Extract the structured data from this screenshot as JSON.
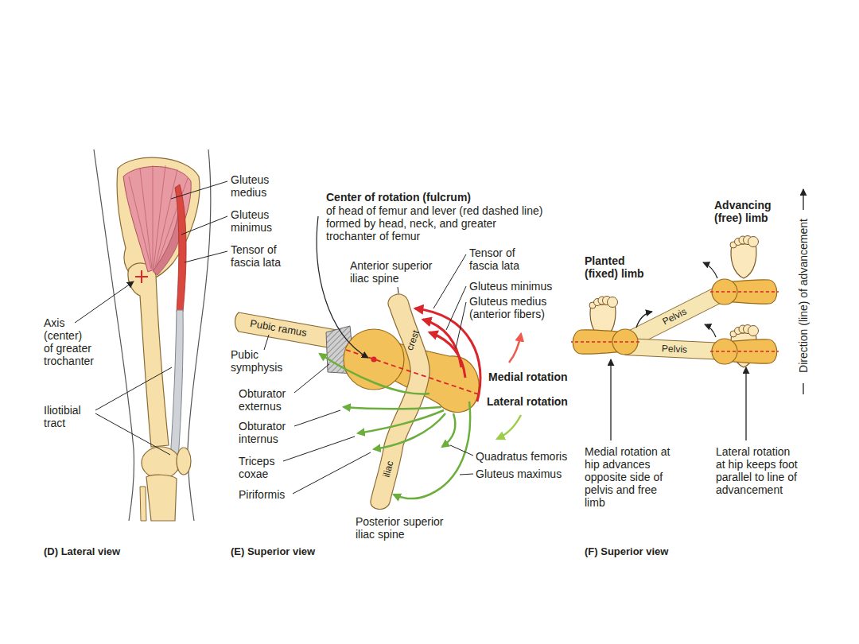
{
  "diagram": {
    "labels": [
      "Gluteus medius",
      "Gluteus minimus",
      "Tensor of fascia lata",
      "Axis (center) of greater trochanter",
      "Iliotibial tract",
      "(D) Lateral view",
      "Center of rotation (fulcrum)",
      "of head of femur and lever (red dashed line) formed by head, neck, and greater trochanter of femur",
      "Anterior superior iliac spine",
      "Tensor of fascia lata",
      "Gluteus minimus",
      "Gluteus medius (anterior fibers)",
      "Pubic ramus",
      "Pubic symphysis",
      "Obturator externus",
      "Obturator internus",
      "Triceps coxae",
      "Piriformis",
      "iliac",
      "crest",
      "Medial rotation",
      "Lateral rotation",
      "Quadratus femoris",
      "Gluteus maximus",
      "Posterior superior iliac spine",
      "(E) Superior view",
      "Advancing (free) limb",
      "Planted (fixed) limb",
      "Pelvis",
      "Pelvis",
      "Direction (line) of advancement",
      "Medial rotation at hip advances opposite side of pelvis and free limb",
      "Lateral rotation at hip keeps foot parallel to line of advancement",
      "(F) Superior view"
    ]
  }
}
